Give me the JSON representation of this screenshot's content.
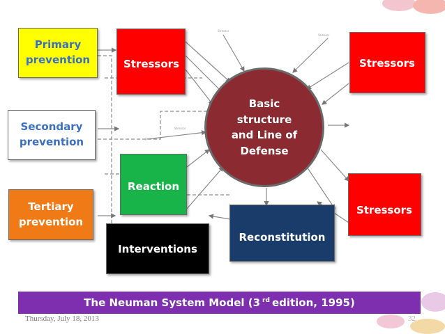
{
  "boxes": {
    "primary_prevention": "Primary prevention",
    "secondary_prevention": "Secondary prevention",
    "tertiary_prevention": "Tertiary prevention",
    "stressors_top_left": "Stressors",
    "stressors_top_right": "Stressors",
    "stressors_right": "Stressors",
    "reaction": "Reaction",
    "interventions": "Interventions",
    "reconstitution": "Reconstitution"
  },
  "center": {
    "line1": "Basic",
    "line2": "structure",
    "line3": "and Line of",
    "line4": "Defense"
  },
  "banner": {
    "before": "The Neuman System Model (3",
    "superscript": "rd",
    "after": "edition, 1995)"
  },
  "footer": {
    "date": "Thursday, July 18, 2013",
    "page": "32"
  },
  "colors": {
    "primary_box": "#ffff00",
    "secondary_box": "#ffffff",
    "tertiary_box": "#f07b16",
    "stressors": "#ff0000",
    "reaction": "#18b44a",
    "interventions": "#000000",
    "reconstitution": "#1a3c6b",
    "center_circle": "#8b2a30",
    "banner": "#7d2faf"
  }
}
